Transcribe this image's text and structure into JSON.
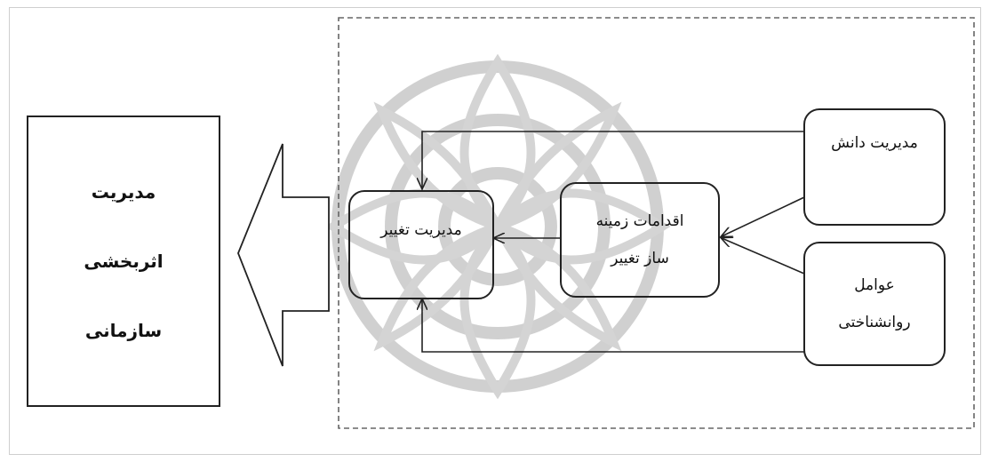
{
  "diagram": {
    "outer_title_lines": [
      "مدیریت",
      "اثربخشی",
      "سازمانی"
    ],
    "nodes": {
      "change_management": "مدیریت تغییر",
      "enabling_actions": [
        "اقدامات زمینه",
        "ساز تغییر"
      ],
      "knowledge_management": "مدیریت دانش",
      "psychological_factors": [
        "عوامل",
        "روانشناختی"
      ]
    }
  },
  "colors": {
    "stroke": "#222222",
    "dashed_border": "#666666",
    "watermark": "#c9c9c9"
  }
}
